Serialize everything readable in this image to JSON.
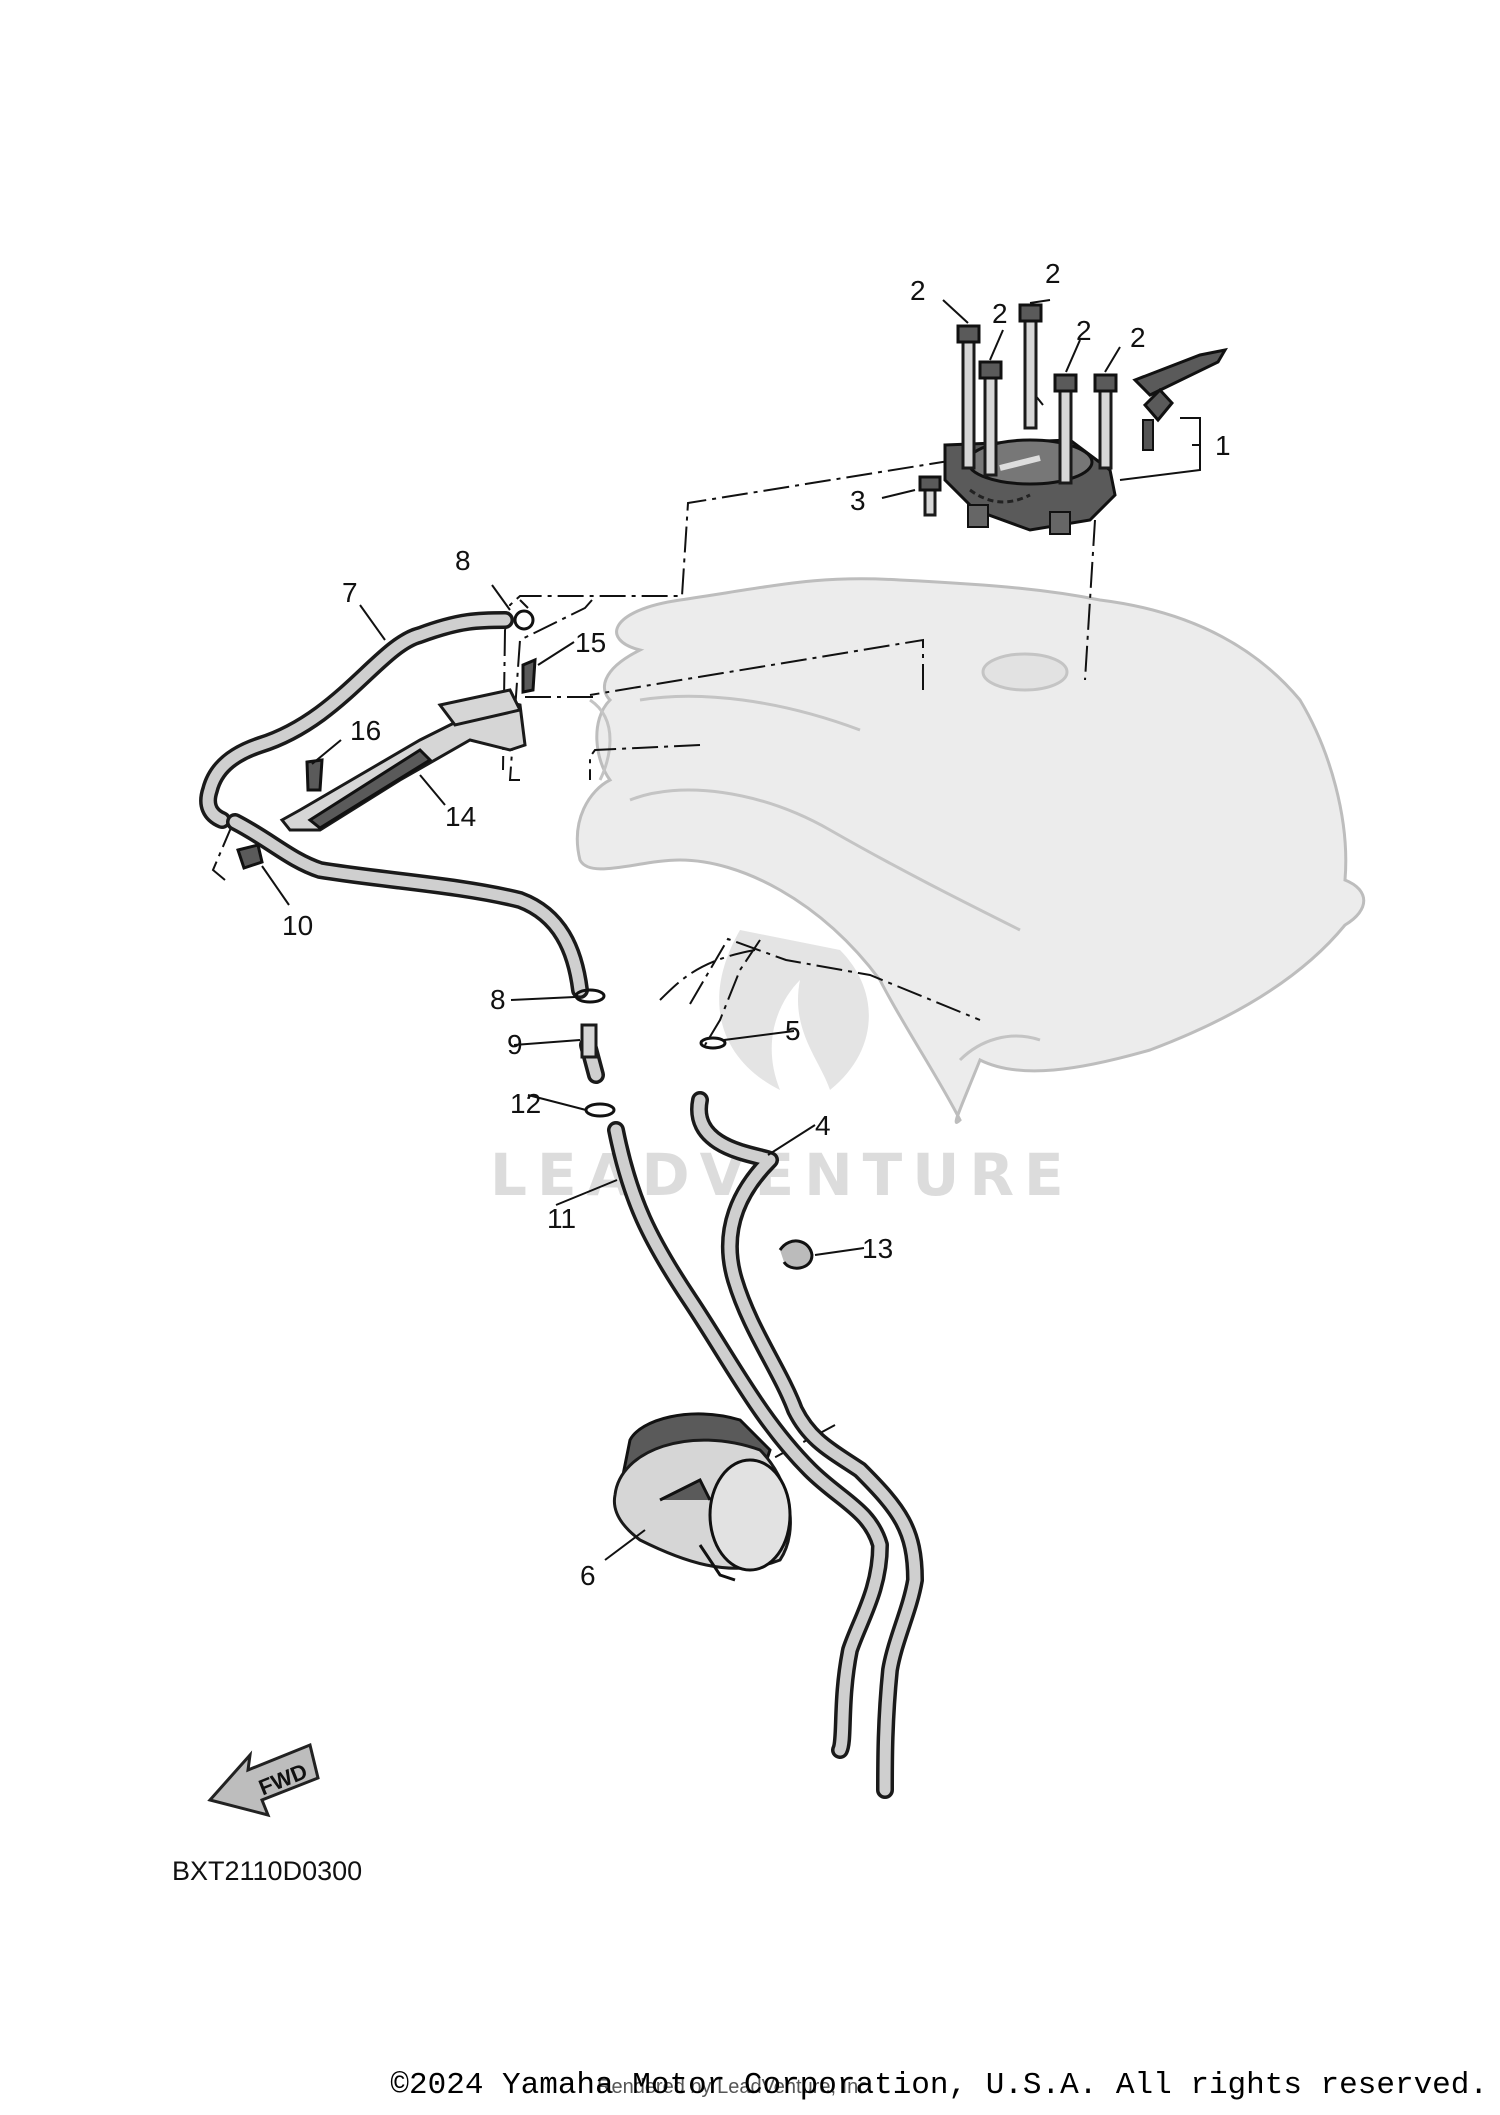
{
  "diagram_code": "BXT2110D0300",
  "copyright": "©2024 Yamaha Motor Corporation, U.S.A. All rights reserved.",
  "rendered_by": "Rendered by LeadVenture, Inc.",
  "watermark": "LEADVENTURE",
  "fwd_label": "FWD",
  "callouts": {
    "c1": "1",
    "c2a": "2",
    "c2b": "2",
    "c2c": "2",
    "c2d": "2",
    "c2e": "2",
    "c3": "3",
    "c4": "4",
    "c5": "5",
    "c6": "6",
    "c7": "7",
    "c8a": "8",
    "c8b": "8",
    "c9": "9",
    "c10": "10",
    "c11": "11",
    "c12": "12",
    "c13": "13",
    "c14": "14",
    "c15": "15",
    "c16": "16"
  }
}
